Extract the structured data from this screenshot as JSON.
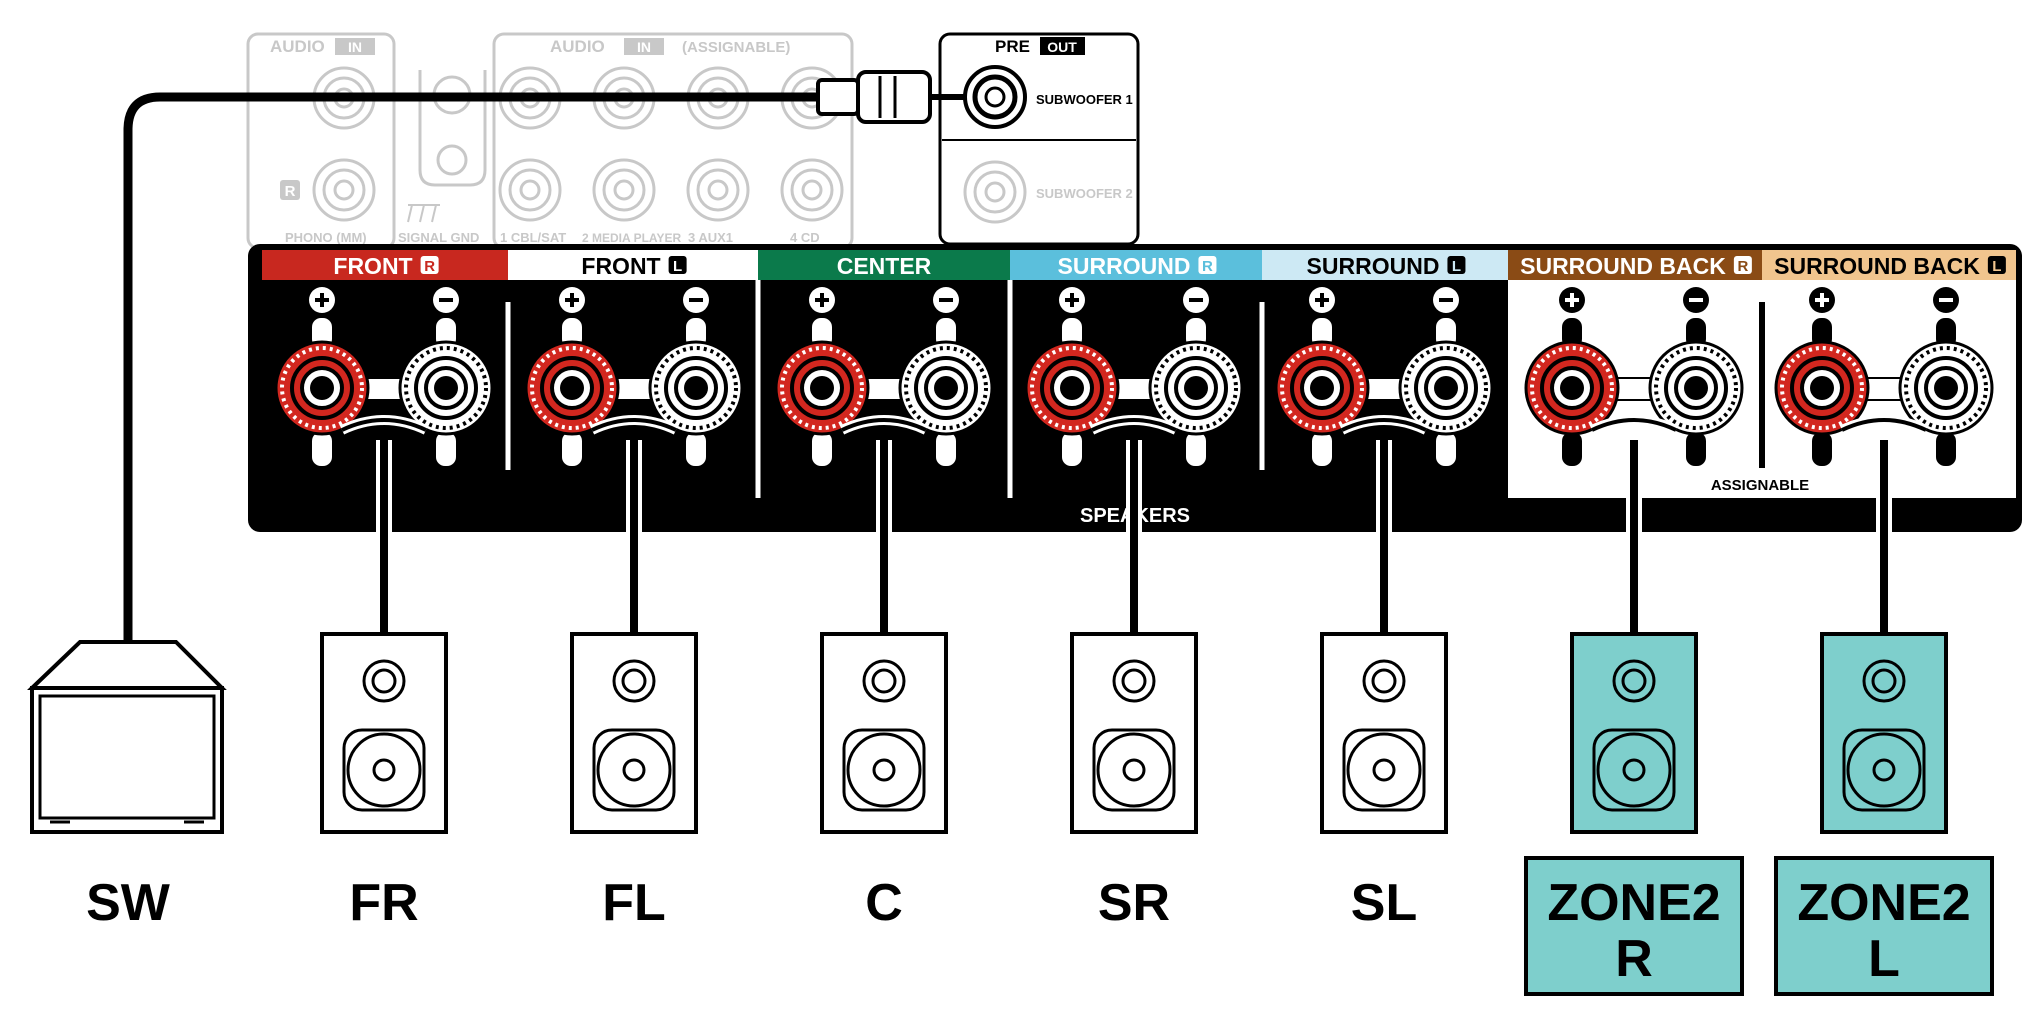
{
  "audio_in_left": {
    "header": "AUDIO",
    "header_tag": "IN",
    "r_label": "R",
    "phono_label": "PHONO (MM)",
    "signal_gnd_label": "SIGNAL GND"
  },
  "audio_in_assignable": {
    "header": "AUDIO",
    "header_tag": "IN",
    "assignable": "(ASSIGNABLE)",
    "inputs": [
      "1 CBL/SAT",
      "2 MEDIA PLAYER",
      "3 AUX1",
      "4 CD"
    ]
  },
  "pre_out": {
    "header": "PRE",
    "header_tag": "OUT",
    "subwoofer1": "SUBWOOFER 1",
    "subwoofer2": "SUBWOOFER 2"
  },
  "speakers_panel": {
    "label": "SPEAKERS",
    "assignable": "ASSIGNABLE",
    "plus_symbol": "+",
    "minus_symbol": "−"
  },
  "channels": [
    {
      "name": "FRONT",
      "tag": "R",
      "color": "#c8281f",
      "text_color": "#ffffff",
      "tag_color": "#ffffff"
    },
    {
      "name": "FRONT",
      "tag": "L",
      "color": "#ffffff",
      "text_color": "#000000",
      "tag_color": "#000000"
    },
    {
      "name": "CENTER",
      "tag": "",
      "color": "#0b7a4b",
      "text_color": "#ffffff",
      "tag_color": "#ffffff"
    },
    {
      "name": "SURROUND",
      "tag": "R",
      "color": "#5bbfdc",
      "text_color": "#ffffff",
      "tag_color": "#ffffff"
    },
    {
      "name": "SURROUND",
      "tag": "L",
      "color": "#cde9f4",
      "text_color": "#000000",
      "tag_color": "#000000"
    },
    {
      "name": "SURROUND BACK",
      "tag": "R",
      "color": "#8a4b15",
      "text_color": "#ffffff",
      "tag_color": "#ffffff"
    },
    {
      "name": "SURROUND BACK",
      "tag": "L",
      "color": "#f1c58e",
      "text_color": "#000000",
      "tag_color": "#000000"
    }
  ],
  "speakers": [
    {
      "label": "SW"
    },
    {
      "label": "FR"
    },
    {
      "label": "FL"
    },
    {
      "label": "C"
    },
    {
      "label": "SR"
    },
    {
      "label": "SL"
    },
    {
      "label": "ZONE2",
      "sub": "R"
    },
    {
      "label": "ZONE2",
      "sub": "L"
    }
  ],
  "colors": {
    "panel": "#000000",
    "positive_terminal": "#d2271f",
    "zone2": "#7ecfcc",
    "faded": "#c8c8c8"
  }
}
